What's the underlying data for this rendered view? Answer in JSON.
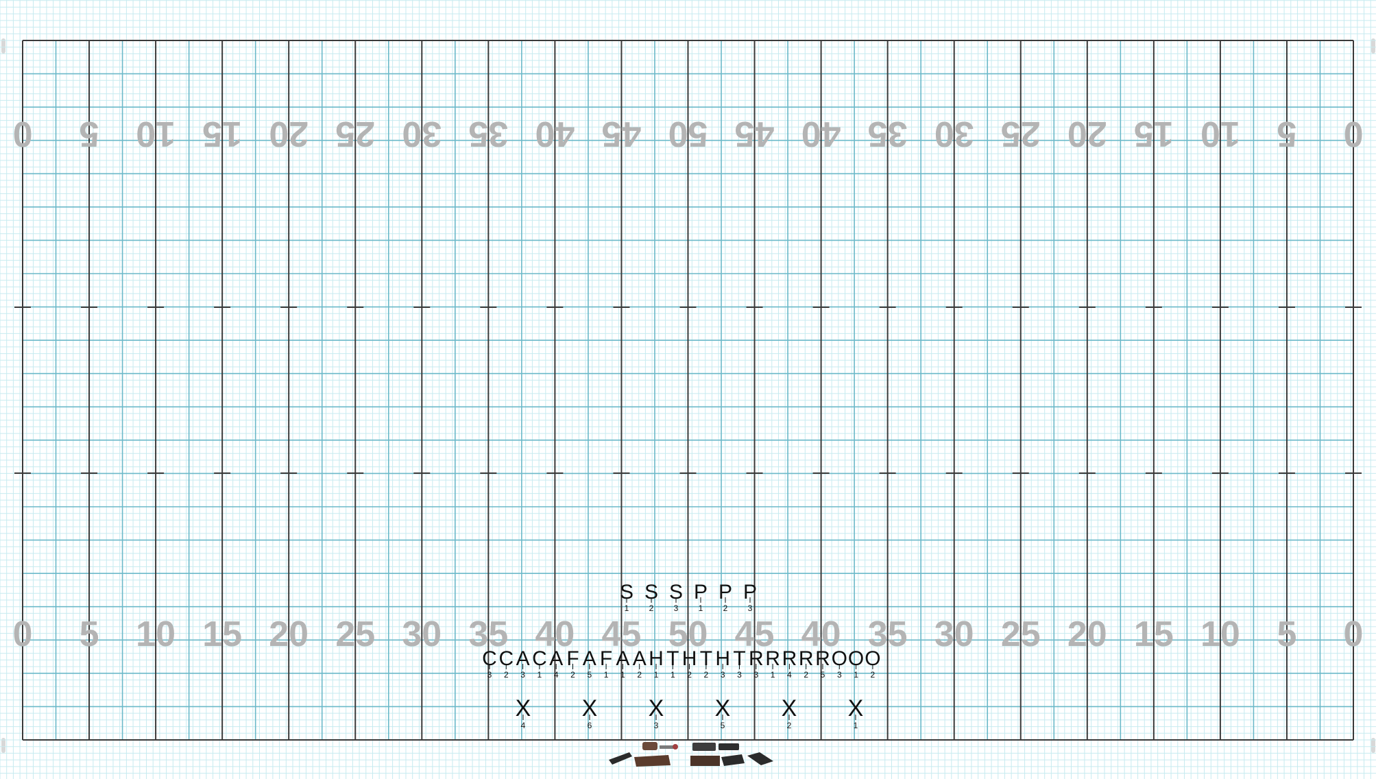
{
  "yard_numbers_top": [
    "0",
    "5",
    "10",
    "15",
    "20",
    "25",
    "30",
    "35",
    "40",
    "45",
    "50",
    "45",
    "40",
    "35",
    "30",
    "25",
    "20",
    "15",
    "10",
    "5",
    "0"
  ],
  "yard_numbers_bottom": [
    "0",
    "5",
    "10",
    "15",
    "20",
    "25",
    "30",
    "35",
    "40",
    "45",
    "50",
    "45",
    "40",
    "35",
    "30",
    "25",
    "20",
    "15",
    "10",
    "5",
    "0"
  ],
  "row_s_p": [
    {
      "letter": "S",
      "num": "1"
    },
    {
      "letter": "S",
      "num": "2"
    },
    {
      "letter": "S",
      "num": "3"
    },
    {
      "letter": "P",
      "num": "1"
    },
    {
      "letter": "P",
      "num": "2"
    },
    {
      "letter": "P",
      "num": "3"
    }
  ],
  "row_main_letters": "CCACAFAFAAHTHTHTRRRRROOO",
  "row_main_nums": [
    "3",
    "2",
    "3",
    "1",
    "4",
    "2",
    "5",
    "1",
    "1",
    "2",
    "1",
    "1",
    "2",
    "2",
    "3",
    "3",
    "3",
    "1",
    "4",
    "2",
    "5",
    "3",
    "1",
    "2"
  ],
  "row_x": [
    {
      "letter": "X",
      "num": "4"
    },
    {
      "letter": "X",
      "num": "6"
    },
    {
      "letter": "X",
      "num": "3"
    },
    {
      "letter": "X",
      "num": "5"
    },
    {
      "letter": "X",
      "num": "2"
    },
    {
      "letter": "X",
      "num": "1"
    }
  ],
  "colors": {
    "minor_grid": "#c7ebf0",
    "major_grid": "#6bb9c9",
    "yard_line": "#3a3a3a",
    "yard_number": "#b4b4b4",
    "marker": "#111111"
  }
}
